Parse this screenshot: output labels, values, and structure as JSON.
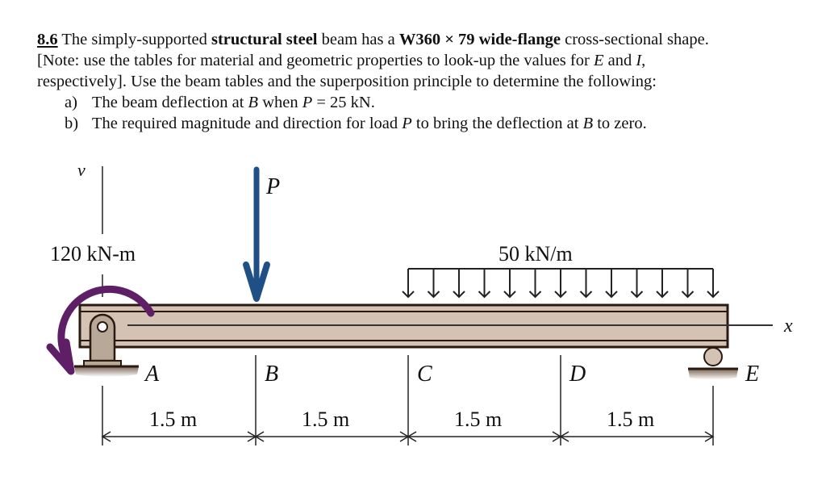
{
  "problem": {
    "number": "8.6",
    "line1": {
      "t1": " The simply-supported ",
      "b1": "structural steel",
      "t2": " beam has a ",
      "b2": "W360 × 79 wide-flange",
      "t3": " cross-sectional shape."
    },
    "line2": {
      "t1": "[Note: use the tables for material and geometric properties to look-up the values for ",
      "E": "E",
      "t2": " and ",
      "I": "I",
      "t3": ","
    },
    "line3": "respectively].  Use the beam tables and the superposition principle to determine the following:",
    "part_a": {
      "label": "a)",
      "t1": "The beam deflection at ",
      "B": "B",
      "t2": " when ",
      "P": "P",
      "t3": " = 25 kN."
    },
    "part_b": {
      "label": "b)",
      "t1": "The required magnitude and direction for load ",
      "P": "P",
      "t2": " to bring the deflection at ",
      "B": "B",
      "t3": " to zero."
    }
  },
  "figure": {
    "axis_v": "v",
    "axis_x": "x",
    "load_P": "P",
    "moment_label": "120 kN-m",
    "distributed_label": "50 kN/m",
    "points": [
      "A",
      "B",
      "C",
      "D",
      "E"
    ],
    "spans": [
      "1.5 m",
      "1.5 m",
      "1.5 m",
      "1.5 m"
    ],
    "colors": {
      "beam_fill": "#d4c3b5",
      "beam_edge": "#2a1a10",
      "load_P": "#1f4f85",
      "moment": "#5e1f66",
      "support": "#b8a898"
    }
  }
}
